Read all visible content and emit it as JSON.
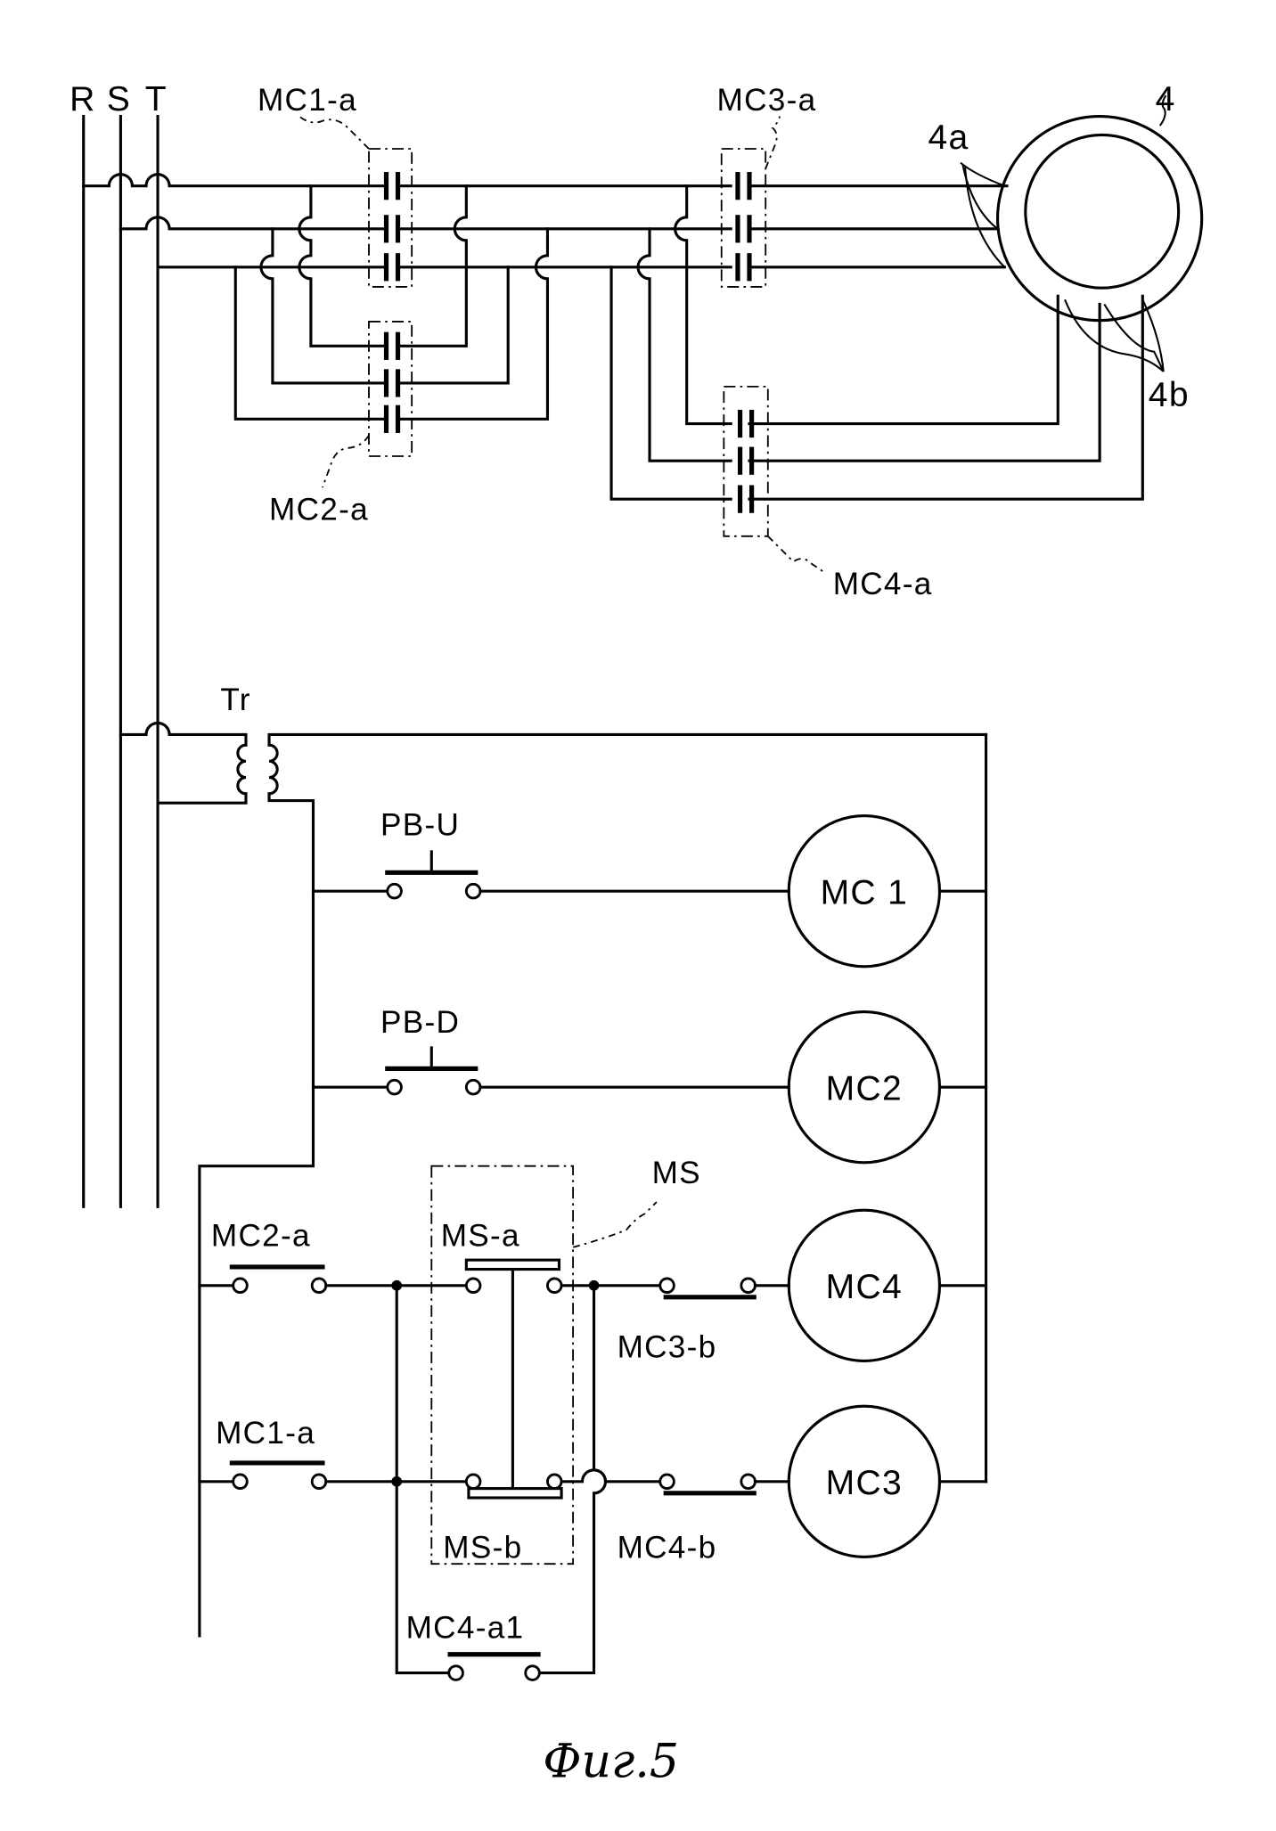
{
  "figure": {
    "caption": "Фиг.5"
  },
  "power": {
    "phases": [
      "R",
      "S",
      "T"
    ],
    "motor_label": "4",
    "stator_leads_label": "4a",
    "rotor_leads_label": "4b",
    "contactor_groups": [
      {
        "id": "mc1a",
        "label": "MC1-a"
      },
      {
        "id": "mc2a",
        "label": "MC2-a"
      },
      {
        "id": "mc3a",
        "label": "MC3-a"
      },
      {
        "id": "mc4a",
        "label": "MC4-a"
      }
    ]
  },
  "control": {
    "transformer_label": "Tr",
    "rungs": [
      {
        "contact_label": "PB-U",
        "coil_label": "MC 1"
      },
      {
        "contact_label": "PB-D",
        "coil_label": "MC2"
      },
      {
        "contact_label": "MC2-a",
        "switch_label": "MS-a",
        "interlock_label": "MC3-b",
        "coil_label": "MC4"
      },
      {
        "contact_label": "MC1-a",
        "switch_label": "MS-b",
        "interlock_label": "MC4-b",
        "coil_label": "MC3"
      }
    ],
    "switch_group_label": "MS",
    "hold_contact_label": "MC4-a1"
  }
}
